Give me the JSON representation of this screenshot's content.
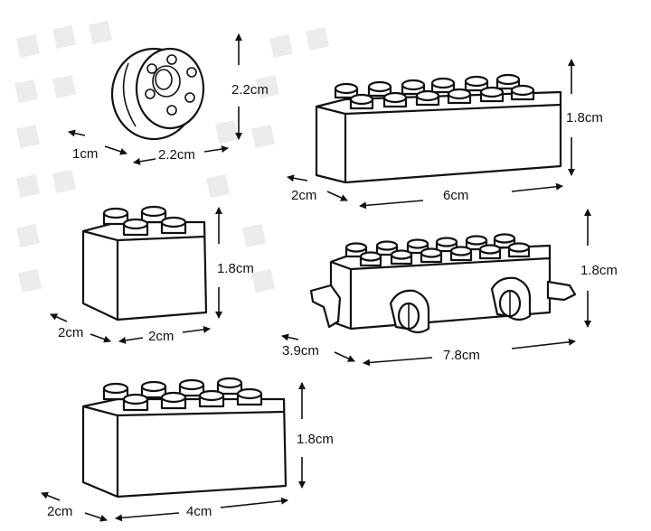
{
  "pieces": [
    {
      "name": "wheel",
      "dims": [
        "2.2cm",
        "1cm",
        "2.2cm"
      ]
    },
    {
      "name": "brick-2x6",
      "dims": [
        "1.8cm",
        "2cm",
        "6cm"
      ]
    },
    {
      "name": "brick-2x2",
      "dims": [
        "1.8cm",
        "2cm",
        "2cm"
      ]
    },
    {
      "name": "wheel-base",
      "dims": [
        "1.8cm",
        "3.9cm",
        "7.8cm"
      ]
    },
    {
      "name": "brick-2x4",
      "dims": [
        "1.8cm",
        "2cm",
        "4cm"
      ]
    }
  ]
}
